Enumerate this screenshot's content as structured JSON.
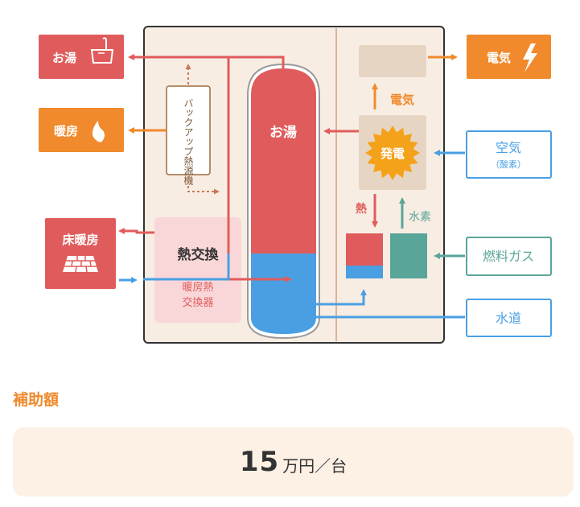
{
  "diagram": {
    "outputs": {
      "hot_water": "お湯",
      "heating": "暖房",
      "floor_heating": "床暖房",
      "electricity": "電気"
    },
    "inputs": {
      "air": "空気",
      "air_note": "（酸素）",
      "fuel_gas": "燃料ガス",
      "water_supply": "水道"
    },
    "backup_heater": "バックアップ熱源機",
    "heat_exchanger": "熱交換",
    "heating_heat_exchanger_line1": "暖房熱",
    "heating_heat_exchanger_line2": "交換器",
    "tank_label": "お湯",
    "generation": "発電",
    "electricity_label": "電気",
    "heat_label": "熱",
    "hydrogen_label": "水素",
    "colors": {
      "hot": "#e05c5c",
      "cold": "#4a9fe3",
      "orange": "#f08a2c",
      "teal": "#5aa59a",
      "outline": "#333333",
      "panel": "#f8ede3"
    }
  },
  "subsidy": {
    "heading": "補助額",
    "amount": "15",
    "unit": "万円／台"
  }
}
